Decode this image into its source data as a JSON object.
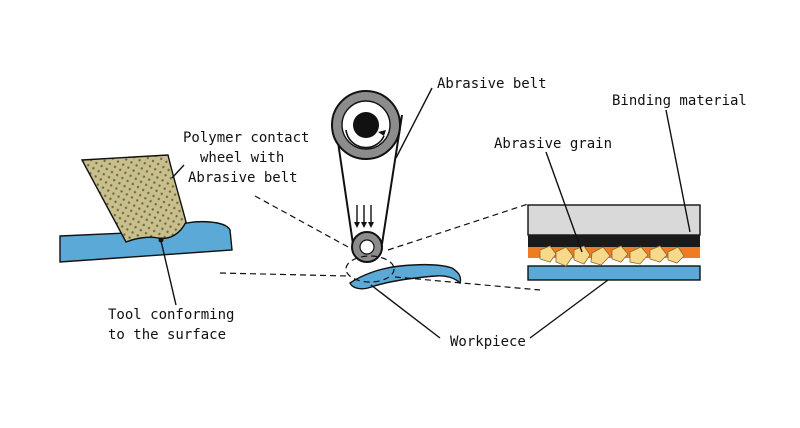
{
  "labels": {
    "abrasive_belt": "Abrasive belt",
    "binding_material": "Binding material",
    "abrasive_grain": "Abrasive grain",
    "polymer_line1": "Polymer contact",
    "polymer_line2": "wheel with",
    "polymer_line3": "Abrasive belt",
    "tool_line1": "Tool conforming",
    "tool_line2": "to the surface",
    "workpiece": "Workpiece"
  },
  "colors": {
    "workpiece_blue": "#5aa9d6",
    "tool_texture": "#c8bf8c",
    "binding_gray": "#d9d9d9",
    "backing_black": "#1a1a1a",
    "orange_layer": "#f07c22",
    "grain_yellow": "#f6d98a",
    "wheel_gray": "#8c8c8c"
  },
  "icons": {
    "force_arrows": "down-arrows-icon"
  }
}
